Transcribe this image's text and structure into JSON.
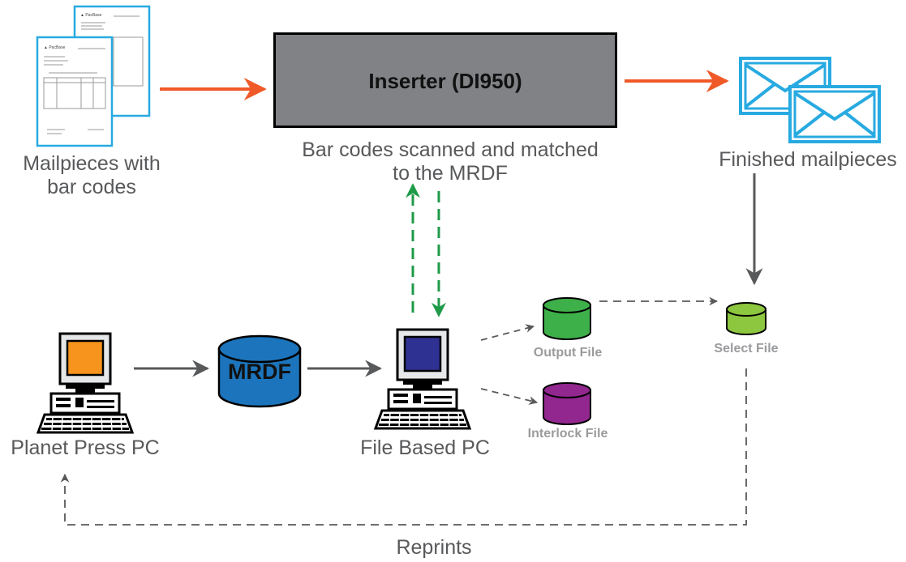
{
  "inserter": {
    "title": "Inserter (DI950)"
  },
  "labels": {
    "mailpieces": [
      "Mailpieces with",
      "bar codes"
    ],
    "scan": [
      "Bar codes scanned and matched",
      "to the MRDF"
    ],
    "finished": "Finished mailpieces",
    "planet_pc": "Planet Press PC",
    "mrdf": "MRDF",
    "file_pc": "File Based PC",
    "output_file": "Output File",
    "interlock_file": "Interlock File",
    "select_file": "Select File",
    "reprints": "Reprints"
  },
  "colors": {
    "arrow_orange": "#f05a28",
    "arrow_gray": "#58595b",
    "arrow_green": "#1f9a48",
    "mrdf_blue": "#1c75bc",
    "output_green": "#3eb049",
    "interlock_purple": "#92278f",
    "select_green": "#8dc63f",
    "envelope_cyan": "#27aae1",
    "planet_screen": "#f7941d",
    "file_screen": "#2e3192"
  },
  "icons": [
    "document-icon",
    "envelope-icon",
    "computer-icon",
    "database-icon"
  ]
}
